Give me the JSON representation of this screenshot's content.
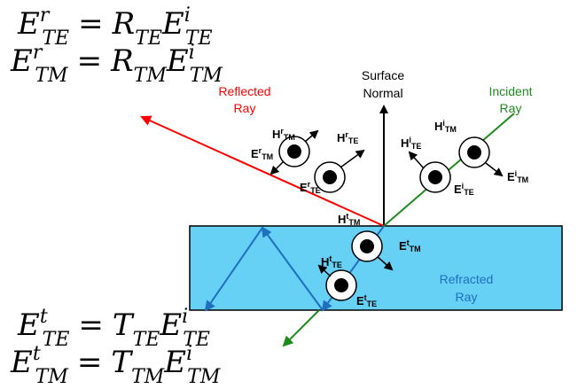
{
  "equations": {
    "reflected_te": {
      "lhs": "E",
      "lhs_sup": "r",
      "lhs_sub": "TE",
      "coef": "R",
      "coef_sub": "TE",
      "rhs": "E",
      "rhs_sup": "i",
      "rhs_sub": "TE"
    },
    "reflected_tm": {
      "lhs": "E",
      "lhs_sup": "r",
      "lhs_sub": "TM",
      "coef": "R",
      "coef_sub": "TM",
      "rhs": "E",
      "rhs_sup": "i",
      "rhs_sub": "TM"
    },
    "transmitted_te": {
      "lhs": "E",
      "lhs_sup": "t",
      "lhs_sub": "TE",
      "coef": "T",
      "coef_sub": "TE",
      "rhs": "E",
      "rhs_sup": "i",
      "rhs_sub": "TE"
    },
    "transmitted_tm": {
      "lhs": "E",
      "lhs_sup": "t",
      "lhs_sub": "TM",
      "coef": "T",
      "coef_sub": "TM",
      "rhs": "E",
      "rhs_sup": "i",
      "rhs_sub": "TM"
    },
    "equals": "="
  },
  "labels": {
    "reflected_line1": "Reflected",
    "reflected_line2": "Ray",
    "surface_line1": "Surface",
    "surface_line2": "Normal",
    "incident_line1": "Incident",
    "incident_line2": "Ray",
    "refracted_line1": "Refracted",
    "refracted_line2": "Ray"
  },
  "fields": {
    "h_r_tm": {
      "base": "H",
      "sup": "r",
      "sub": "TM"
    },
    "e_r_te": {
      "base": "E",
      "sup": "r",
      "sub": "TE"
    },
    "e_r_tm": {
      "base": "E",
      "sup": "r",
      "sub": "TM"
    },
    "h_r_te": {
      "base": "H",
      "sup": "r",
      "sub": "TE"
    },
    "h_i_tm": {
      "base": "H",
      "sup": "i",
      "sub": "TM"
    },
    "h_i_te": {
      "base": "H",
      "sup": "i",
      "sub": "TE"
    },
    "e_i_te": {
      "base": "E",
      "sup": "i",
      "sub": "TE"
    },
    "e_i_tm": {
      "base": "E",
      "sup": "i",
      "sub": "TM"
    },
    "h_t_tm": {
      "base": "H",
      "sup": "t",
      "sub": "TM"
    },
    "e_t_tm": {
      "base": "E",
      "sup": "t",
      "sub": "TM"
    },
    "h_t_te": {
      "base": "H",
      "sup": "t",
      "sub": "TE"
    },
    "e_t_te": {
      "base": "E",
      "sup": "t",
      "sub": "TE"
    }
  },
  "colors": {
    "reflected": "#ff0000",
    "incident": "#1f8a1f",
    "refracted": "#1f6fbf",
    "medium_fill": "#66d0f5",
    "medium_stroke": "#000000",
    "normal": "#000000"
  }
}
